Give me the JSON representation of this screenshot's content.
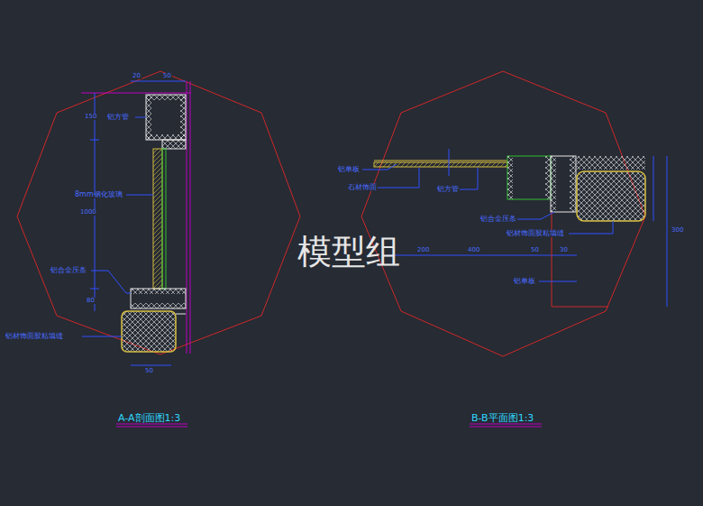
{
  "diagram": {
    "labels": [
      "A-A剖面图1:3",
      "B-B平面图1:3",
      "模型组",
      "铝方管",
      "8mm钢化玻璃",
      "铝合金压条",
      "铝材饰面胶粘填缝",
      "铝单板",
      "石材饰面",
      "铝方管",
      "铝合金压条",
      "铝材饰面胶粘填缝",
      "铝单板",
      "20",
      "50",
      "150",
      "1000",
      "80",
      "50",
      "200",
      "400",
      "50",
      "30",
      "300"
    ]
  }
}
